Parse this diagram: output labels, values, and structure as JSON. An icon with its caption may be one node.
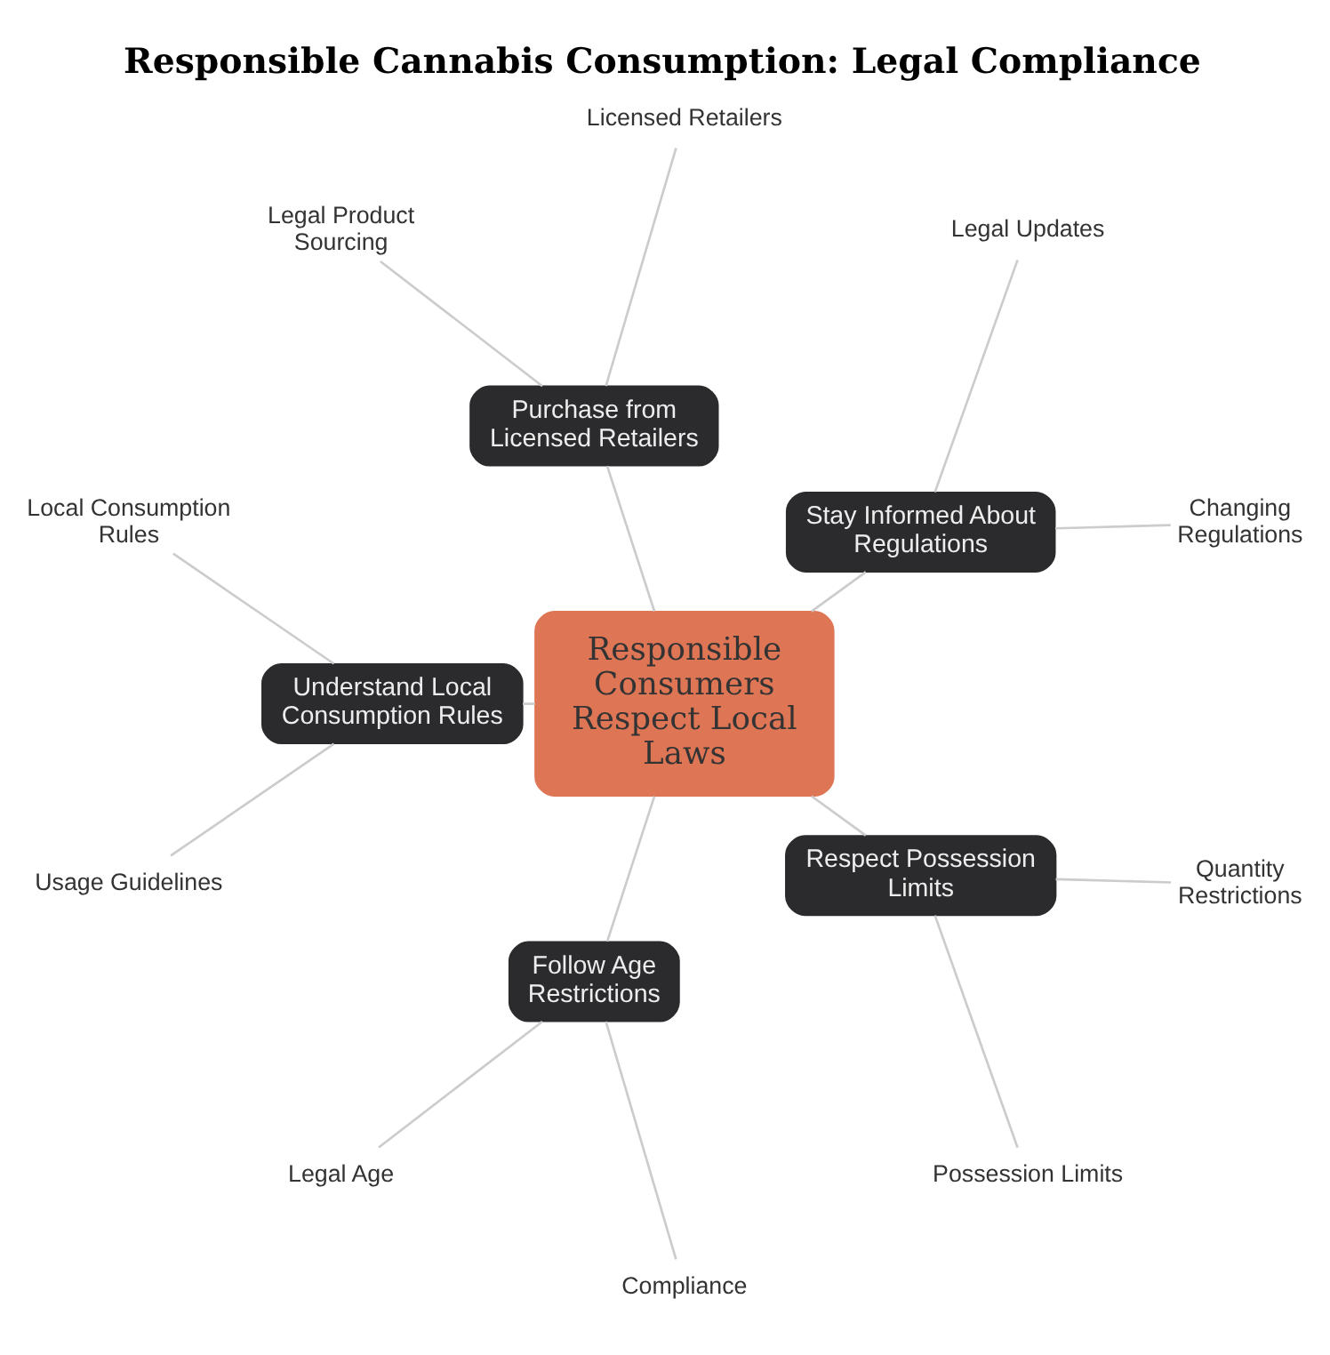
{
  "diagram": {
    "title": "Responsible Cannabis Consumption: Legal Compliance",
    "nodes": [
      {
        "text": [
          "Stay Informed About Regulations"
        ]
      },
      {
        "text": [
          "Changing Regulations"
        ]
      },
      {
        "text": [
          "Legal Updates"
        ]
      },
      {
        "text": [
          "Purchase from Licensed Retailers"
        ]
      },
      {
        "text": [
          "Licensed Retailers"
        ]
      },
      {
        "text": [
          "Legal Product Sourcing"
        ]
      },
      {
        "text": [
          "Understand Local Consumption Rules"
        ]
      },
      {
        "text": [
          "Local Consumption Rules"
        ]
      },
      {
        "text": [
          "Usage Guidelines"
        ]
      },
      {
        "text": [
          "Responsible Consumers Respect Local Laws"
        ]
      },
      {
        "text": [
          "Follow Age Restrictions"
        ]
      },
      {
        "text": [
          "Legal Age"
        ]
      },
      {
        "text": [
          "Compliance"
        ]
      },
      {
        "text": [
          "Respect Possession Limits"
        ]
      },
      {
        "text": [
          "Possession Limits"
        ]
      },
      {
        "text": [
          "Quantity Restrictions"
        ]
      }
    ],
    "edges": [
      {
        "from": 9,
        "to": 3,
        "arrow": "none"
      },
      {
        "from": 9,
        "to": 0,
        "arrow": "none"
      },
      {
        "from": 9,
        "to": 6,
        "arrow": "none"
      },
      {
        "from": 9,
        "to": 13,
        "arrow": "none"
      },
      {
        "from": 9,
        "to": 10,
        "arrow": "none"
      },
      {
        "from": 0,
        "to": 1,
        "arrow": "none"
      },
      {
        "from": 0,
        "to": 2,
        "arrow": "none"
      },
      {
        "from": 3,
        "to": 4,
        "arrow": "none"
      },
      {
        "from": 3,
        "to": 5,
        "arrow": "none"
      },
      {
        "from": 6,
        "to": 7,
        "arrow": "none"
      },
      {
        "from": 6,
        "to": 8,
        "arrow": "none"
      },
      {
        "from": 10,
        "to": 11,
        "arrow": "none"
      },
      {
        "from": 10,
        "to": 12,
        "arrow": "none"
      },
      {
        "from": 13,
        "to": 14,
        "arrow": "none"
      },
      {
        "from": 13,
        "to": 15,
        "arrow": "none"
      }
    ]
  }
}
